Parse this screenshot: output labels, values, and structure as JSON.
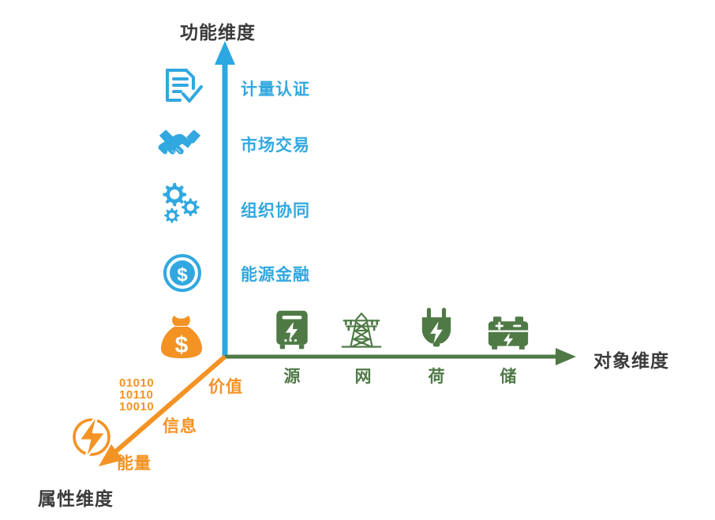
{
  "colors": {
    "blue": "#31A8E0",
    "green": "#4F7A46",
    "orange": "#F39324",
    "title": "#3B3B3B",
    "background": "#FFFFFF"
  },
  "axes": {
    "vertical": {
      "title": "功能维度",
      "color": "#31A8E0",
      "direction": "up"
    },
    "horizontal": {
      "title": "对象维度",
      "color": "#4F7A46",
      "direction": "right"
    },
    "diagonal": {
      "title": "属性维度",
      "color": "#F39324",
      "direction": "down-left"
    }
  },
  "function_dimension": {
    "items": [
      {
        "label": "计量认证",
        "icon": "document-check-icon"
      },
      {
        "label": "市场交易",
        "icon": "handshake-icon"
      },
      {
        "label": "组织协同",
        "icon": "gears-icon"
      },
      {
        "label": "能源金融",
        "icon": "dollar-coin-icon"
      }
    ]
  },
  "object_dimension": {
    "items": [
      {
        "label": "源",
        "icon": "generator-icon"
      },
      {
        "label": "网",
        "icon": "transmission-tower-icon"
      },
      {
        "label": "荷",
        "icon": "power-plug-icon"
      },
      {
        "label": "储",
        "icon": "battery-icon"
      }
    ]
  },
  "attribute_dimension": {
    "items": [
      {
        "label": "价值",
        "icon": "money-bag-icon"
      },
      {
        "label": "信息",
        "icon": "binary-digits"
      },
      {
        "label": "能量",
        "icon": "lightning-bolt-icon"
      }
    ],
    "binary_lines": [
      "01010",
      "10110",
      "10010"
    ]
  }
}
